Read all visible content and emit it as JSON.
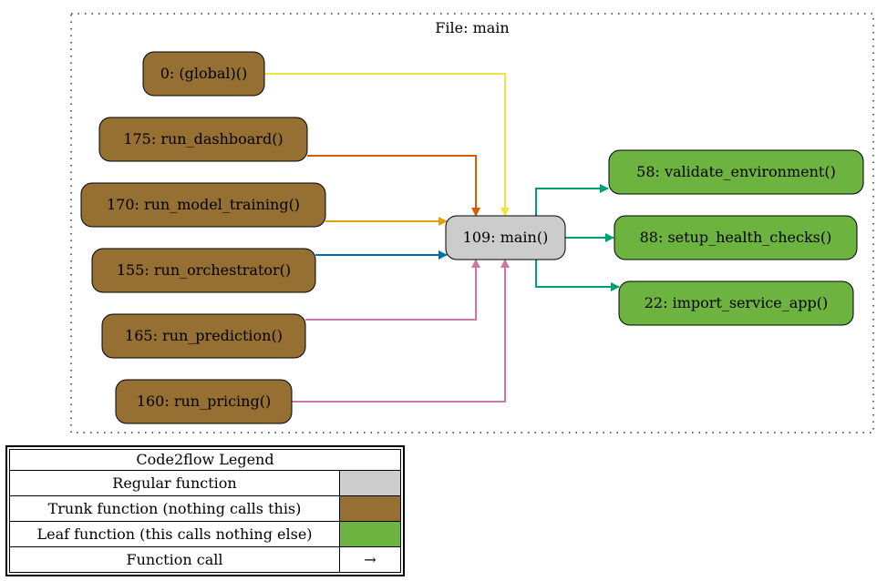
{
  "cluster": {
    "title": "File: main"
  },
  "nodes": {
    "global": "0: (global)()",
    "run_dashboard": "175: run_dashboard()",
    "run_model_training": "170: run_model_training()",
    "run_orchestrator": "155: run_orchestrator()",
    "run_prediction": "165: run_prediction()",
    "run_pricing": "160: run_pricing()",
    "main": "109: main()",
    "validate_environment": "58: validate_environment()",
    "setup_health_checks": "88: setup_health_checks()",
    "import_service_app": "22: import_service_app()"
  },
  "legend": {
    "title": "Code2flow Legend",
    "rows": [
      {
        "label": "Regular function",
        "color": "#cccccc"
      },
      {
        "label": "Trunk function (nothing calls this)",
        "color": "#966f33"
      },
      {
        "label": "Leaf function (this calls nothing else)",
        "color": "#6db33f"
      },
      {
        "label": "Function call",
        "symbol": "→"
      }
    ]
  },
  "colors": {
    "trunk": "#966f33",
    "leaf": "#6db33f",
    "regular": "#cccccc",
    "edge_yellow": "#f0e442",
    "edge_vermillion": "#d55e00",
    "edge_orange": "#e69f00",
    "edge_blue": "#0072b2",
    "edge_pink": "#cc79a7",
    "edge_green": "#009e73"
  }
}
